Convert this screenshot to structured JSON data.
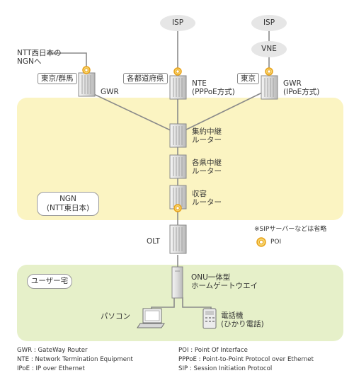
{
  "isp_left": "ISP",
  "isp_right": "ISP",
  "vne": "VNE",
  "ntt_west_line1": "NTT西日本の",
  "ntt_west_line2": "NGNへ",
  "area_tokyo_gunma": "東京/群馬",
  "area_prefectures": "各都道府県",
  "area_tokyo": "東京",
  "gwr_left": "GWR",
  "nte_line1": "NTE",
  "nte_line2": "(PPPoE方式)",
  "gwr_right_line1": "GWR",
  "gwr_right_line2": "(IPoE方式)",
  "aggregation_line1": "集約中継",
  "aggregation_line2": "ルーター",
  "prefecture_relay_line1": "各県中継",
  "prefecture_relay_line2": "ルーター",
  "accommodation_line1": "収容",
  "accommodation_line2": "ルーター",
  "ngn_line1": "NGN",
  "ngn_line2": "(NTT東日本)",
  "sip_note": "※SIPサーバーなどは省略",
  "poi_legend": "POI",
  "olt": "OLT",
  "user_home": "ユーザー宅",
  "onu_line1": "ONU一体型",
  "onu_line2": "ホームゲートウエイ",
  "pc": "パソコン",
  "phone_line1": "電話機",
  "phone_line2": "(ひかり電話)",
  "legend": {
    "gwr": "GWR : GateWay Router",
    "nte": "NTE : Network Termination Equipment",
    "ipoe": "IPoE : IP over Ethernet",
    "poi": "POI : Point Of Interface",
    "pppoe": "PPPoE : Point-to-Point Protocol over Ethernet",
    "sip": "SIP : Session Initiation Protocol"
  },
  "colors": {
    "ngn_zone": "#fbf4c2",
    "user_zone": "#e6f0c9",
    "poi": "#e8a11a",
    "cloud": "#e6e6e6"
  }
}
